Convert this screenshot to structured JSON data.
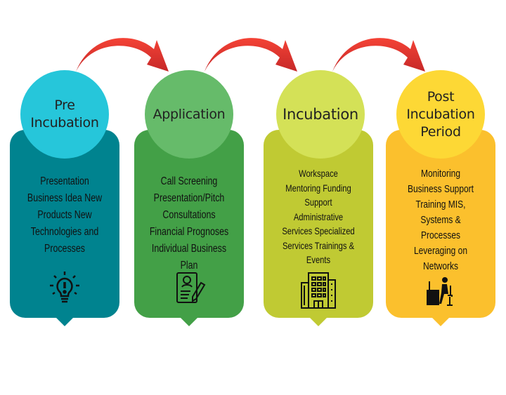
{
  "stages": [
    {
      "title": "Pre\nIncubation",
      "body": "Presentation\nBusiness Idea New\nProducts New\nTechnologies and\nProcesses",
      "icon": "lightbulb-icon",
      "card_color": "#00838f",
      "circle_color": "#26c6da"
    },
    {
      "title": "Application",
      "body": "Call Screening\nPresentation/Pitch\nConsultations\nFinancial Prognoses\nIndividual Business\nPlan",
      "icon": "application-form-icon",
      "card_color": "#43a047",
      "circle_color": "#66bb6a"
    },
    {
      "title": "Incubation",
      "body": "Workspace\nMentoring Funding\nSupport\nAdministrative\nServices Specialized\nServices Trainings &\nEvents",
      "icon": "office-building-icon",
      "card_color": "#c0ca33",
      "circle_color": "#d4e157"
    },
    {
      "title": "Post\nIncubation\nPeriod",
      "body": "Monitoring\nBusiness Support\nTraining MIS,\nSystems &\nProcesses\nLeveraging on\nNetworks",
      "icon": "person-at-desk-icon",
      "card_color": "#fbc02d",
      "circle_color": "#fdd835"
    }
  ],
  "arrow_color": "#e53925"
}
